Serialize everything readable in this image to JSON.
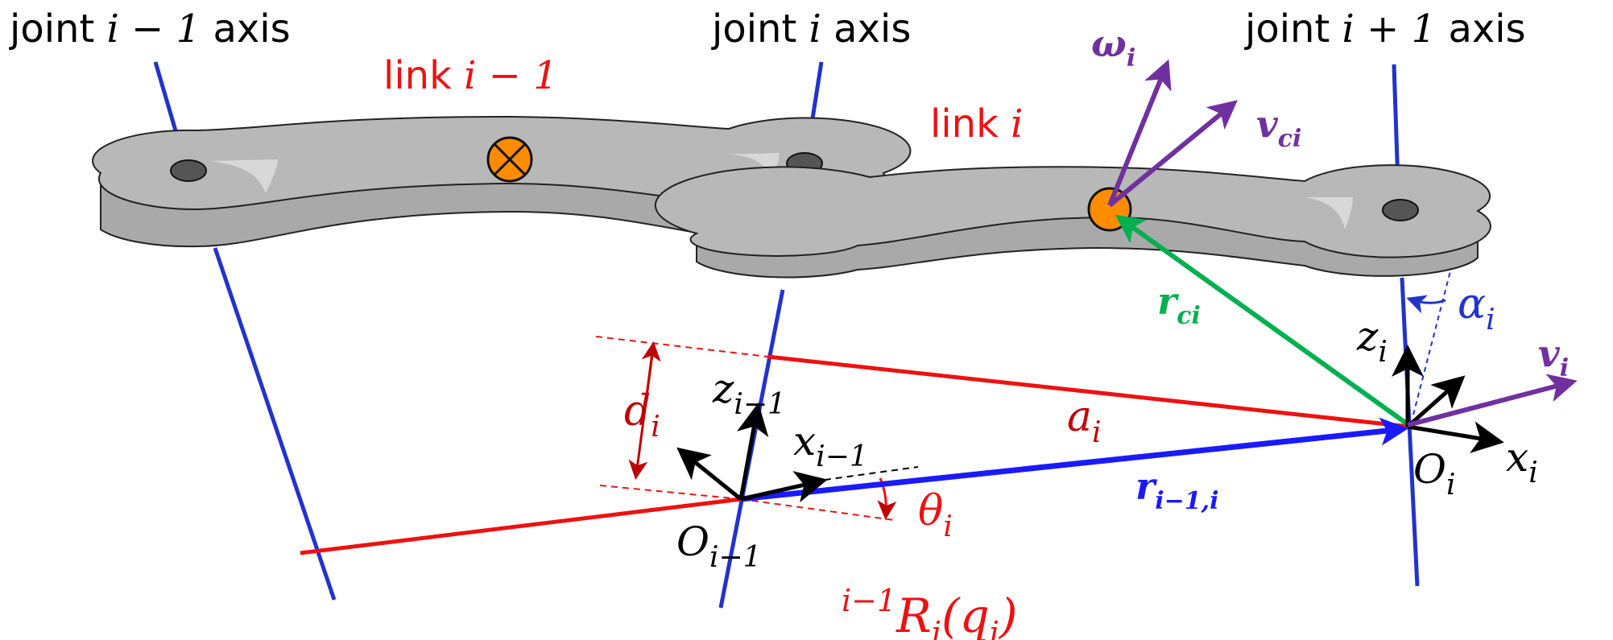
{
  "axes_labels": {
    "joint_prev": "joint",
    "joint_prev_idx": "i − 1",
    "joint_curr": "joint",
    "joint_curr_idx": "i",
    "joint_next": "joint",
    "joint_next_idx": "i + 1",
    "axis_word": "axis"
  },
  "link_labels": {
    "link_prev": "link",
    "link_prev_idx": "i − 1",
    "link_curr": "link",
    "link_curr_idx": "i"
  },
  "vectors": {
    "omega": "ω",
    "omega_sub": "i",
    "vci": "v",
    "vci_sub": "ci",
    "rci": "r",
    "rci_sub": "ci",
    "vi": "v",
    "vi_sub": "i",
    "r_prev": "r",
    "r_prev_sub": "i−1,i"
  },
  "frame_labels": {
    "z_prev": "z",
    "z_prev_sub": "i−1",
    "x_prev": "x",
    "x_prev_sub": "i−1",
    "o_prev": "O",
    "o_prev_sub": "i−1",
    "z_i": "z",
    "z_i_sub": "i",
    "x_i": "x",
    "x_i_sub": "i",
    "o_i": "O",
    "o_i_sub": "i"
  },
  "dh_params": {
    "d": "d",
    "d_sub": "i",
    "a": "a",
    "a_sub": "i",
    "theta": "θ",
    "theta_sub": "i",
    "alpha": "α",
    "alpha_sub": "i"
  },
  "rotation_label": {
    "sup": "i−1",
    "main": "R",
    "sub": "i",
    "arg": "(q",
    "arg_sub": "i",
    "close": ")"
  },
  "colors": {
    "axis_blue": "#2233cc",
    "link_red": "#ee1111",
    "dh_darkred": "#c00000",
    "velocity_purple": "#7030a0",
    "rci_green": "#00b050",
    "vector_blue": "#1a1aff",
    "link_gray": "#b0b0b0",
    "com_orange": "#ff8c00"
  }
}
